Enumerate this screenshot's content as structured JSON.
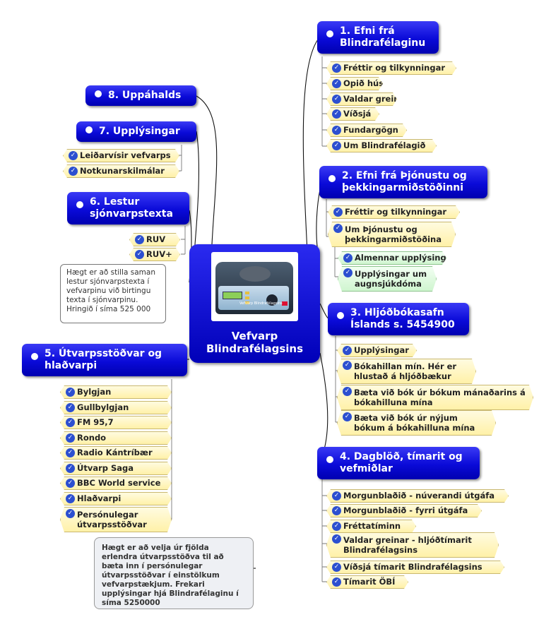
{
  "center": {
    "title": "Vefvarp Blindrafélagsins",
    "device_label": "Vefvarp Blindrafélagsins"
  },
  "topics": [
    {
      "label": "1. Efni frá Blindrafélaginu",
      "items": [
        "Fréttir og tilkynningar",
        "Opið hús",
        "Valdar greinar",
        "Víðsjá",
        "Fundargögn",
        "Um Blindrafélagið"
      ]
    },
    {
      "label": "2. Efni frá Þjónustu og þekkingarmiðstöðinni",
      "items": [
        "Fréttir og tilkynningar",
        "Um Þjónustu og þekkingarmiðstöðina"
      ],
      "subitems": [
        "Almennar upplýsingar",
        "Upplýsingar um augnsjúkdóma"
      ]
    },
    {
      "label": "3. Hljóðbókasafn Íslands s. 5454900",
      "items": [
        "Upplýsingar",
        "Bókahillan mín. Hér er hlustað á hljóðbækur",
        "Bæta við bók úr bókum mánaðarins á bókahilluna mína",
        "Bæta við bók úr nýjum bókum á bókahilluna mína"
      ]
    },
    {
      "label": "4. Dagblöð, tímarit og vefmiðlar",
      "items": [
        "Morgunblaðið - núverandi útgáfa",
        "Morgunblaðið - fyrri útgáfa",
        "Fréttatíminn",
        "Valdar greinar - hljóðtímarit Blindrafélagsins",
        "Víðsjá tímarit Blindrafélagsins",
        "Tímarit ÖBÍ"
      ]
    },
    {
      "label": "5. Útvarpsstöðvar og hlaðvarpi",
      "items": [
        "Bylgjan",
        "Gullbylgjan",
        "FM 95,7",
        "Rondo",
        "Radio Kántríbær",
        "Útvarp Saga",
        "BBC World service",
        "Hlaðvarpi",
        "Persónulegar útvarpsstöðvar"
      ],
      "note": "Hægt er að velja úr fjölda erlendra útvarpsstöðva til að bæta inn í persónulegar útvarpsstöðvar í einstölkum vefvarpstækjum. Frekari upplýsingar hjá Blindrafélaginu í síma 5250000"
    },
    {
      "label": "6. Lestur sjónvarpstexta",
      "items": [
        "RUV",
        "RUV+"
      ],
      "note": "Hægt er að stilla saman lestur sjónvarpstexta í vefvarpinu  við birtingu texta í sjónvarpinu. Hringið í síma 525 000"
    },
    {
      "label": "7. Upplýsingar",
      "items": [
        "Leiðarvísir vefvarps",
        "Notkunarskilmálar"
      ]
    },
    {
      "label": "8. Uppáhalds"
    }
  ],
  "colors": {
    "topic": "#0a0ad8",
    "branch": "#000000",
    "item_fill": "#fff1a8",
    "subitem_fill": "#cff5cf",
    "check": "#2c4fd0"
  },
  "icons": {
    "check": "check-icon",
    "bullet": "bullet-icon"
  }
}
